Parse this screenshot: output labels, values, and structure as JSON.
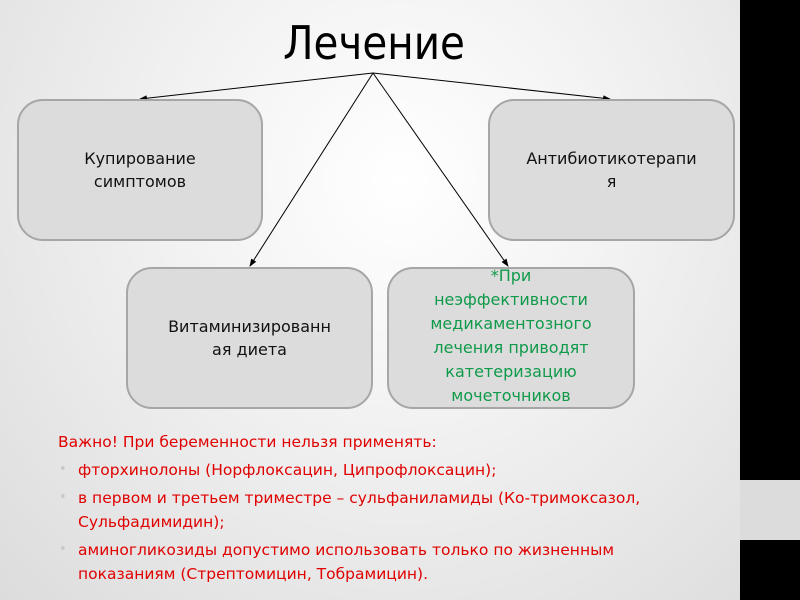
{
  "slide": {
    "title": "Лечение",
    "boxes": [
      {
        "id": "symptoms",
        "text_lines": [
          "Купирование",
          "симптомов"
        ]
      },
      {
        "id": "antibiotics",
        "text_lines": [
          "Антибиотикотерапи",
          "я"
        ]
      },
      {
        "id": "diet",
        "text_lines": [
          "Витаминизированн",
          "ая диета"
        ]
      },
      {
        "id": "catheter",
        "text_lines": [
          "*При",
          "неэффективности",
          "медикаментозного",
          "лечения приводят",
          "катетеризацию",
          "мочеточников"
        ]
      }
    ],
    "notes": {
      "heading": "Важно! При беременности нельзя применять:",
      "bullet_icon": "•",
      "items": [
        "фторхинолоны (Норфлоксацин, Ципрофлоксацин);",
        "в первом и третьем триместре – сульфаниламиды (Ко-тримоксазол, Сульфадимидин);",
        "аминогликозиды допустимо использовать только по жизненным показаниям (Стрептомицин, Тобрамицин)."
      ]
    },
    "colors": {
      "box_fill": "#dcdcdc",
      "box_border": "#a6a6a6",
      "green_text": "#0f9a4a",
      "red_text": "#e00000"
    }
  }
}
